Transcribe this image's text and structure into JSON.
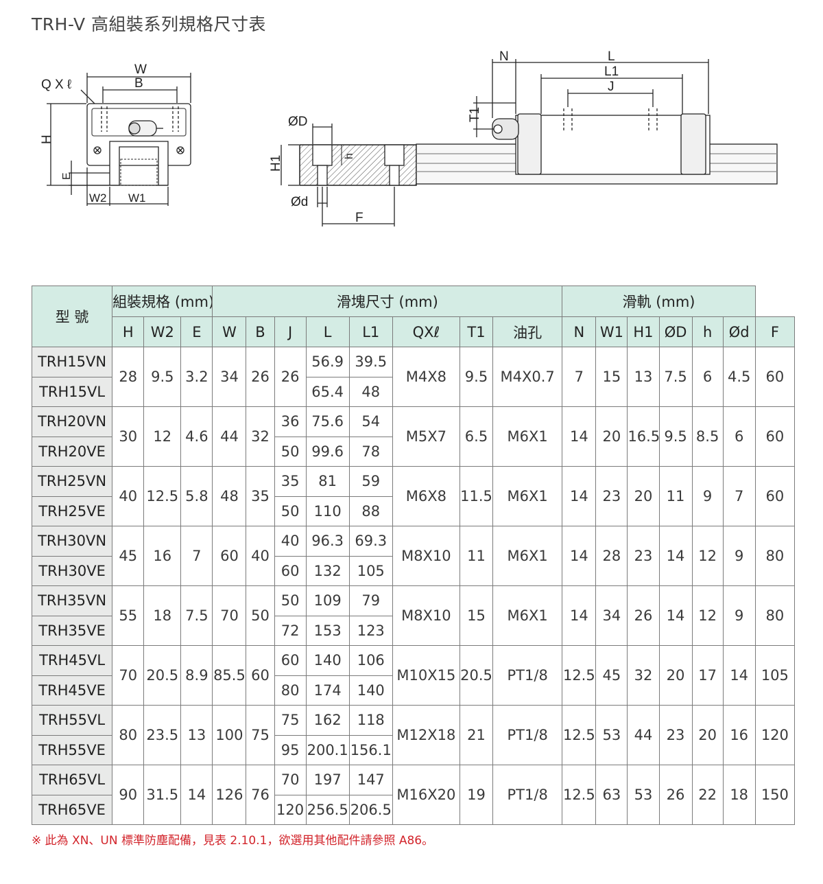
{
  "page": {
    "title": "TRH-V 高組裝系列規格尺寸表",
    "footnote": "※ 此為 XN、UN 標準防塵配備，見表 2.10.1，欲選用其他配件請參照 A86。"
  },
  "drawing_labels": {
    "w": "W",
    "b": "B",
    "qxl": "Q X ℓ",
    "h": "H",
    "e": "E",
    "w2": "W2",
    "w1": "W1",
    "od_big": "ØD",
    "h_small": "h",
    "h1": "H1",
    "od_small": "Ød",
    "f": "F",
    "n": "N",
    "l": "L",
    "l1": "L1",
    "j": "J",
    "t1": "T1"
  },
  "table": {
    "groups": {
      "model": "型 號",
      "assembly": "組裝規格 (mm)",
      "block": "滑塊尺寸 (mm)",
      "rail": "滑軌 (mm)"
    },
    "columns": [
      "H",
      "W2",
      "E",
      "W",
      "B",
      "J",
      "L",
      "L1",
      "QXℓ",
      "T1",
      "油孔",
      "N",
      "W1",
      "H1",
      "ØD",
      "h",
      "Ød",
      "F"
    ],
    "sizes": [
      {
        "models": [
          "TRH15VN",
          "TRH15VL"
        ],
        "H": "28",
        "W2": "9.5",
        "E": "3.2",
        "W": "34",
        "B": "26",
        "J": [
          "26"
        ],
        "L": [
          "56.9",
          "65.4"
        ],
        "L1": [
          "39.5",
          "48"
        ],
        "QXl": "M4X8",
        "T1": "9.5",
        "oil": "M4X0.7",
        "N": "7",
        "W1": "15",
        "H1": "13",
        "OD": "7.5",
        "h": "6",
        "od": "4.5",
        "F": "60"
      },
      {
        "models": [
          "TRH20VN",
          "TRH20VE"
        ],
        "H": "30",
        "W2": "12",
        "E": "4.6",
        "W": "44",
        "B": "32",
        "J": [
          "36",
          "50"
        ],
        "L": [
          "75.6",
          "99.6"
        ],
        "L1": [
          "54",
          "78"
        ],
        "QXl": "M5X7",
        "T1": "6.5",
        "oil": "M6X1",
        "N": "14",
        "W1": "20",
        "H1": "16.5",
        "OD": "9.5",
        "h": "8.5",
        "od": "6",
        "F": "60"
      },
      {
        "models": [
          "TRH25VN",
          "TRH25VE"
        ],
        "H": "40",
        "W2": "12.5",
        "E": "5.8",
        "W": "48",
        "B": "35",
        "J": [
          "35",
          "50"
        ],
        "L": [
          "81",
          "110"
        ],
        "L1": [
          "59",
          "88"
        ],
        "QXl": "M6X8",
        "T1": "11.5",
        "oil": "M6X1",
        "N": "14",
        "W1": "23",
        "H1": "20",
        "OD": "11",
        "h": "9",
        "od": "7",
        "F": "60"
      },
      {
        "models": [
          "TRH30VN",
          "TRH30VE"
        ],
        "H": "45",
        "W2": "16",
        "E": "7",
        "W": "60",
        "B": "40",
        "J": [
          "40",
          "60"
        ],
        "L": [
          "96.3",
          "132"
        ],
        "L1": [
          "69.3",
          "105"
        ],
        "QXl": "M8X10",
        "T1": "11",
        "oil": "M6X1",
        "N": "14",
        "W1": "28",
        "H1": "23",
        "OD": "14",
        "h": "12",
        "od": "9",
        "F": "80"
      },
      {
        "models": [
          "TRH35VN",
          "TRH35VE"
        ],
        "H": "55",
        "W2": "18",
        "E": "7.5",
        "W": "70",
        "B": "50",
        "J": [
          "50",
          "72"
        ],
        "L": [
          "109",
          "153"
        ],
        "L1": [
          "79",
          "123"
        ],
        "QXl": "M8X10",
        "T1": "15",
        "oil": "M6X1",
        "N": "14",
        "W1": "34",
        "H1": "26",
        "OD": "14",
        "h": "12",
        "od": "9",
        "F": "80"
      },
      {
        "models": [
          "TRH45VL",
          "TRH45VE"
        ],
        "H": "70",
        "W2": "20.5",
        "E": "8.9",
        "W": "85.5",
        "B": "60",
        "J": [
          "60",
          "80"
        ],
        "L": [
          "140",
          "174"
        ],
        "L1": [
          "106",
          "140"
        ],
        "QXl": "M10X15",
        "T1": "20.5",
        "oil": "PT1/8",
        "N": "12.5",
        "W1": "45",
        "H1": "32",
        "OD": "20",
        "h": "17",
        "od": "14",
        "F": "105"
      },
      {
        "models": [
          "TRH55VL",
          "TRH55VE"
        ],
        "H": "80",
        "W2": "23.5",
        "E": "13",
        "W": "100",
        "B": "75",
        "J": [
          "75",
          "95"
        ],
        "L": [
          "162",
          "200.1"
        ],
        "L1": [
          "118",
          "156.1"
        ],
        "QXl": "M12X18",
        "T1": "21",
        "oil": "PT1/8",
        "N": "12.5",
        "W1": "53",
        "H1": "44",
        "OD": "23",
        "h": "20",
        "od": "16",
        "F": "120"
      },
      {
        "models": [
          "TRH65VL",
          "TRH65VE"
        ],
        "H": "90",
        "W2": "31.5",
        "E": "14",
        "W": "126",
        "B": "76",
        "J": [
          "70",
          "120"
        ],
        "L": [
          "197",
          "256.5"
        ],
        "L1": [
          "147",
          "206.5"
        ],
        "QXl": "M16X20",
        "T1": "19",
        "oil": "PT1/8",
        "N": "12.5",
        "W1": "63",
        "H1": "53",
        "OD": "26",
        "h": "22",
        "od": "18",
        "F": "150"
      }
    ]
  }
}
